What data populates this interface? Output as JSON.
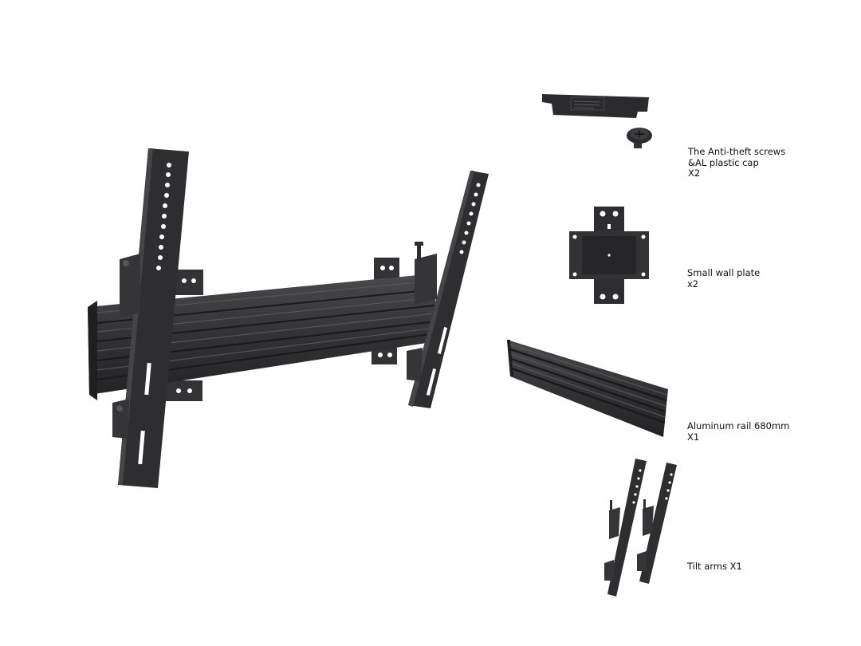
{
  "colors": {
    "metal_dark": "#2b2b2d",
    "metal_mid": "#3a3a3c",
    "metal_light": "#4a4a4d",
    "hole": "#ffffff",
    "background": "#ffffff"
  },
  "parts": [
    {
      "id": "screws",
      "lines": [
        "The Anti-theft screws",
        "&AL plastic cap",
        "X2"
      ]
    },
    {
      "id": "plate",
      "lines": [
        "Small wall plate",
        "x2"
      ]
    },
    {
      "id": "rail",
      "lines": [
        "Aluminum rail 680mm",
        "X1"
      ]
    },
    {
      "id": "arms",
      "lines": [
        "Tilt arms X1"
      ]
    }
  ]
}
